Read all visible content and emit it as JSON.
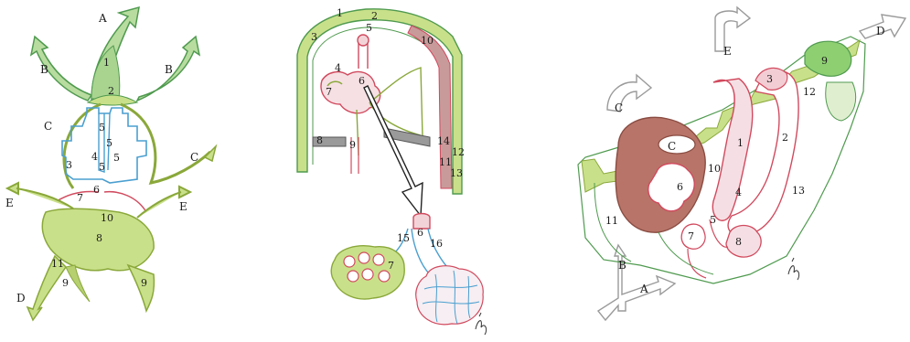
{
  "panel1": {
    "arrows": [
      "A",
      "B",
      "B",
      "C",
      "C",
      "D",
      "E",
      "E"
    ],
    "numbers": [
      "1",
      "2",
      "3",
      "4",
      "5",
      "5",
      "5",
      "5",
      "6",
      "7",
      "8",
      "9",
      "9",
      "10",
      "11"
    ]
  },
  "panel2": {
    "numbers": [
      "1",
      "2",
      "3",
      "4",
      "5",
      "6",
      "7",
      "8",
      "9",
      "10",
      "11",
      "12",
      "13",
      "14",
      "6",
      "7",
      "15",
      "16"
    ]
  },
  "panel3": {
    "arrows": [
      "A",
      "B",
      "C",
      "D",
      "E"
    ],
    "numbers": [
      "C",
      "1",
      "2",
      "3",
      "4",
      "5",
      "6",
      "7",
      "8",
      "9",
      "10",
      "11",
      "12",
      "13"
    ]
  },
  "colors": {
    "green_fill": "#c9e08a",
    "green_stroke": "#4f9a4f",
    "blue_stroke": "#4a9fd0",
    "red_stroke": "#d14a5e",
    "brown_fill": "#a86a5e",
    "grey_fill": "#9a9a9a",
    "arrow_grey": "#9a9a9a"
  },
  "signature": "artist-signature"
}
